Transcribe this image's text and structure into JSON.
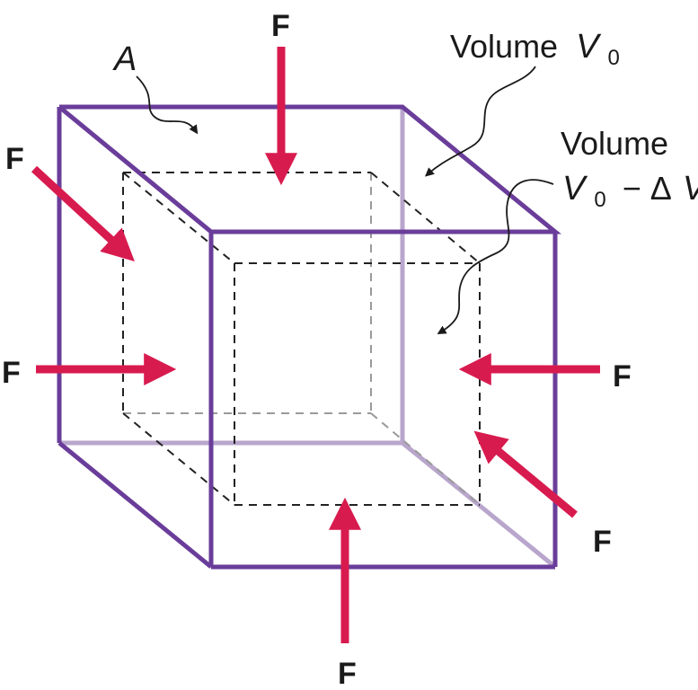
{
  "labels": {
    "force": "F",
    "area_symbol": "A",
    "volume_word": "Volume",
    "v_symbol": "V",
    "v_subscript": "0",
    "minus_delta": "− Δ",
    "v_symbol_2": "V"
  },
  "colors": {
    "cube_edge": "#6a3d9a",
    "cube_edge_hidden": "#b9a6cc",
    "force_arrow": "#d81b4f",
    "dashed_cube": "#222222",
    "dashed_hidden": "#9a9a9a"
  }
}
